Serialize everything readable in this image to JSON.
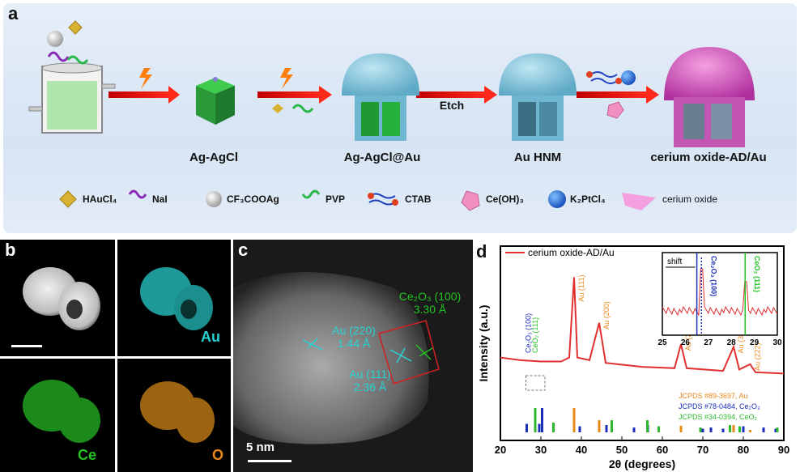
{
  "panel_a": {
    "label": "a",
    "stages": [
      "Ag-AgCl",
      "Ag-AgCl@Au",
      "Au HNM",
      "cerium oxide-AD/Au"
    ],
    "etch_label": "Etch",
    "legend": [
      {
        "name": "HAuCl4-icon",
        "text": "HAuCl₄"
      },
      {
        "name": "nai-icon",
        "text": "NaI"
      },
      {
        "name": "cf3cooag-icon",
        "text": "CF₃COOAg"
      },
      {
        "name": "pvp-icon",
        "text": "PVP"
      },
      {
        "name": "ctab-icon",
        "text": "CTAB"
      },
      {
        "name": "ceoh3-icon",
        "text": "Ce(OH)₃"
      },
      {
        "name": "k2ptcl4-icon",
        "text": "K₂PtCl₄"
      },
      {
        "name": "cerium-oxide-icon",
        "text": "cerium oxide"
      }
    ]
  },
  "panel_b": {
    "label": "b",
    "maps": [
      "Au",
      "Ce",
      "O"
    ]
  },
  "panel_c": {
    "label": "c",
    "ce2o3": "Ce₂O₃ (100)",
    "ce2o3_d": "3.30 Å",
    "au220": "Au (220)",
    "au220_d": "1.44 Å",
    "au111": "Au (111)",
    "au111_d": "2.36 Å",
    "scale": "5 nm"
  },
  "panel_d": {
    "label": "d"
  },
  "chart_data": {
    "type": "line",
    "legend": "cerium oxide-AD/Au",
    "xlabel": "2θ (degrees)",
    "ylabel": "Intensity (a.u.)",
    "xlim": [
      20,
      90
    ],
    "xticks": [
      20,
      30,
      40,
      50,
      60,
      70,
      80,
      90
    ],
    "series": [
      {
        "name": "cerium oxide-AD/Au",
        "x": [
          20,
          25,
          30,
          35,
          37,
          38.2,
          39,
          42,
          44.4,
          46,
          55,
          63,
          64.6,
          66,
          75,
          77.6,
          79,
          81.7,
          83,
          90
        ],
        "y": [
          0.36,
          0.34,
          0.33,
          0.33,
          0.36,
          0.96,
          0.36,
          0.34,
          0.62,
          0.32,
          0.29,
          0.28,
          0.46,
          0.28,
          0.26,
          0.44,
          0.27,
          0.31,
          0.25,
          0.24
        ]
      }
    ],
    "peak_labels": [
      {
        "x": 38.2,
        "text": "Au (111)"
      },
      {
        "x": 44.4,
        "text": "Au (200)"
      },
      {
        "x": 64.6,
        "text": "Au (220)"
      },
      {
        "x": 77.6,
        "text": "Au (311)"
      },
      {
        "x": 81.7,
        "text": "Au (222)"
      },
      {
        "x": 27.5,
        "text": "Ce₂O₃ (100)"
      },
      {
        "x": 29.2,
        "text": "CeO₂ (111)"
      }
    ],
    "references": [
      {
        "name": "JCPDS #89-3697, Au",
        "color": "#e8891a",
        "x": [
          38.2,
          44.4,
          64.6,
          77.6,
          81.7
        ],
        "h": [
          1,
          0.5,
          0.27,
          0.3,
          0.1
        ]
      },
      {
        "name": "JCPDS #78-0484, Ce₂O₃",
        "color": "#1c2fb8",
        "x": [
          26.5,
          29.6,
          30.3,
          39.6,
          46.2,
          53,
          56.4,
          70,
          72,
          75,
          80,
          85,
          88
        ],
        "h": [
          0.35,
          0.35,
          1,
          0.25,
          0.3,
          0.2,
          0.3,
          0.15,
          0.2,
          0.15,
          0.25,
          0.2,
          0.15
        ]
      },
      {
        "name": "JCPDS #34-0394, CeO₂",
        "color": "#2fb82f",
        "x": [
          28.6,
          33.1,
          47.5,
          56.3,
          59.1,
          69.4,
          76.7,
          79.1,
          88.4
        ],
        "h": [
          1,
          0.4,
          0.5,
          0.5,
          0.25,
          0.2,
          0.3,
          0.25,
          0.2
        ]
      }
    ],
    "inset": {
      "xlim": [
        25,
        30
      ],
      "xticks": [
        25,
        26,
        27,
        28,
        29,
        30
      ],
      "shift_label": "shift",
      "ce2o3": "Ce₂O₃ (100)",
      "ceo2": "CeO₂ (111)",
      "blue_x": 26.5,
      "green_x": 28.6,
      "dot_x": 26.7
    }
  },
  "colors": {
    "red": "#e03030",
    "cyan": "#27d4d4",
    "green": "#22c322",
    "orange": "#e8891a",
    "blue": "#1c2fb8"
  }
}
